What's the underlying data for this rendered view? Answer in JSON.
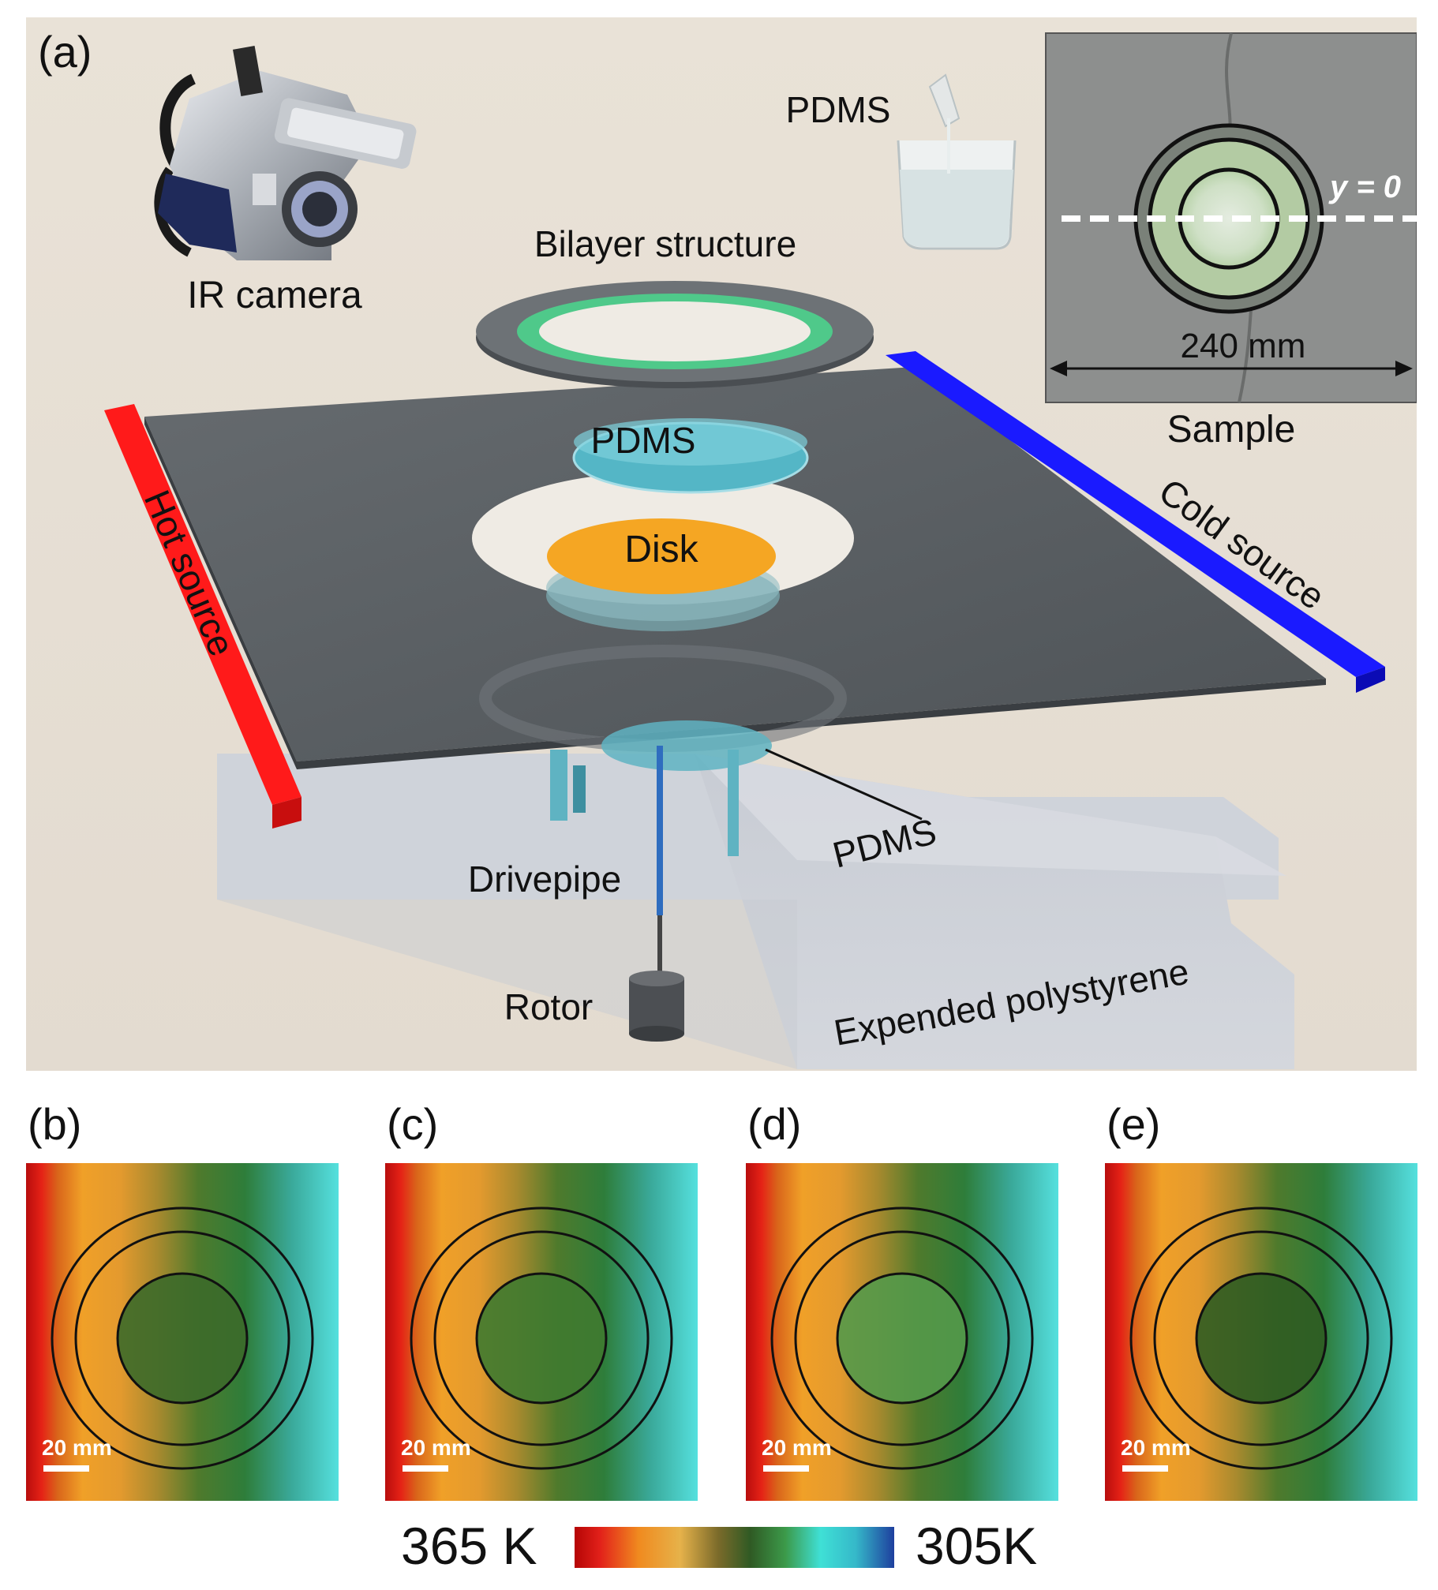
{
  "panel_a": {
    "label": "(a)",
    "camera_label": "IR camera",
    "pdms_beaker_label": "PDMS",
    "bilayer_label": "Bilayer structure",
    "pdms_top_label": "PDMS",
    "disk_label": "Disk",
    "hot_source_label": "Hot source",
    "cold_source_label": "Cold source",
    "pdms_lower_label": "PDMS",
    "drivepipe_label": "Drivepipe",
    "rotor_label": "Rotor",
    "polystyrene_label": "Expended polystyrene",
    "inset": {
      "y_label": "y = 0",
      "dimension_label": "240 mm",
      "caption": "Sample"
    }
  },
  "thermal_panels": [
    {
      "label": "(b)",
      "scale_label": "20 mm"
    },
    {
      "label": "(c)",
      "scale_label": "20 mm"
    },
    {
      "label": "(d)",
      "scale_label": "20 mm"
    },
    {
      "label": "(e)",
      "scale_label": "20 mm"
    }
  ],
  "colorbar": {
    "max_label": "365 K",
    "min_label": "305K",
    "max_value_k": 365,
    "min_value_k": 305
  },
  "colors": {
    "hot": "#ff1a1a",
    "cold": "#1a1aff",
    "bilayer_green": "#4fc98a",
    "disk": "#f5a623",
    "pdms": "#5fc6d6",
    "plate": "#5f6468"
  }
}
